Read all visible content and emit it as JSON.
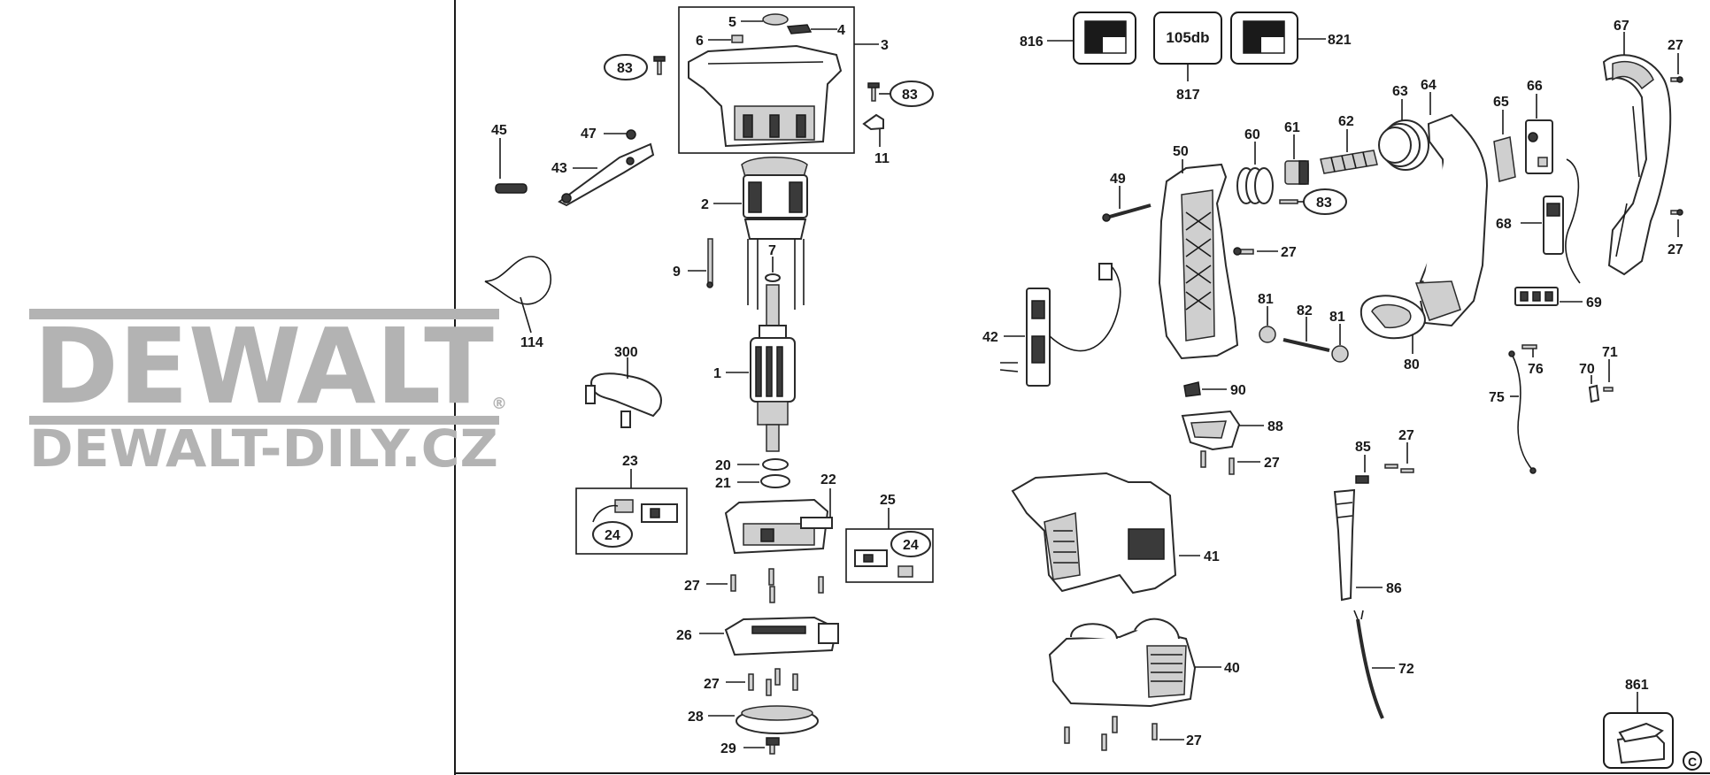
{
  "watermark": {
    "brand": "DEWALT",
    "registered": "®",
    "site": "DEWALT-DILY.CZ",
    "color": "#b3b3b3"
  },
  "badges": {
    "b816": "816",
    "b817_text": "105db",
    "b817": "817",
    "b821": "821",
    "copyright": "C"
  },
  "parts": {
    "p1": "1",
    "p2": "2",
    "p3": "3",
    "p4": "4",
    "p5": "5",
    "p6": "6",
    "p7": "7",
    "p9": "9",
    "p11": "11",
    "p20": "20",
    "p21": "21",
    "p22": "22",
    "p23": "23",
    "p24a": "24",
    "p24b": "24",
    "p25": "25",
    "p26": "26",
    "p27a": "27",
    "p27b": "27",
    "p27c": "27",
    "p27d": "27",
    "p27e": "27",
    "p27f": "27",
    "p27g": "27",
    "p27h": "27",
    "p28": "28",
    "p29": "29",
    "p40": "40",
    "p41": "41",
    "p42": "42",
    "p43": "43",
    "p45": "45",
    "p47": "47",
    "p49": "49",
    "p50": "50",
    "p60": "60",
    "p61": "61",
    "p62": "62",
    "p63": "63",
    "p64": "64",
    "p65": "65",
    "p66": "66",
    "p67": "67",
    "p68": "68",
    "p69": "69",
    "p70": "70",
    "p71": "71",
    "p72": "72",
    "p75": "75",
    "p76": "76",
    "p80": "80",
    "p81a": "81",
    "p81b": "81",
    "p82": "82",
    "p83a": "83",
    "p83b": "83",
    "p83c": "83",
    "p85": "85",
    "p86": "86",
    "p88": "88",
    "p90": "90",
    "p114": "114",
    "p300": "300",
    "p861": "861"
  }
}
